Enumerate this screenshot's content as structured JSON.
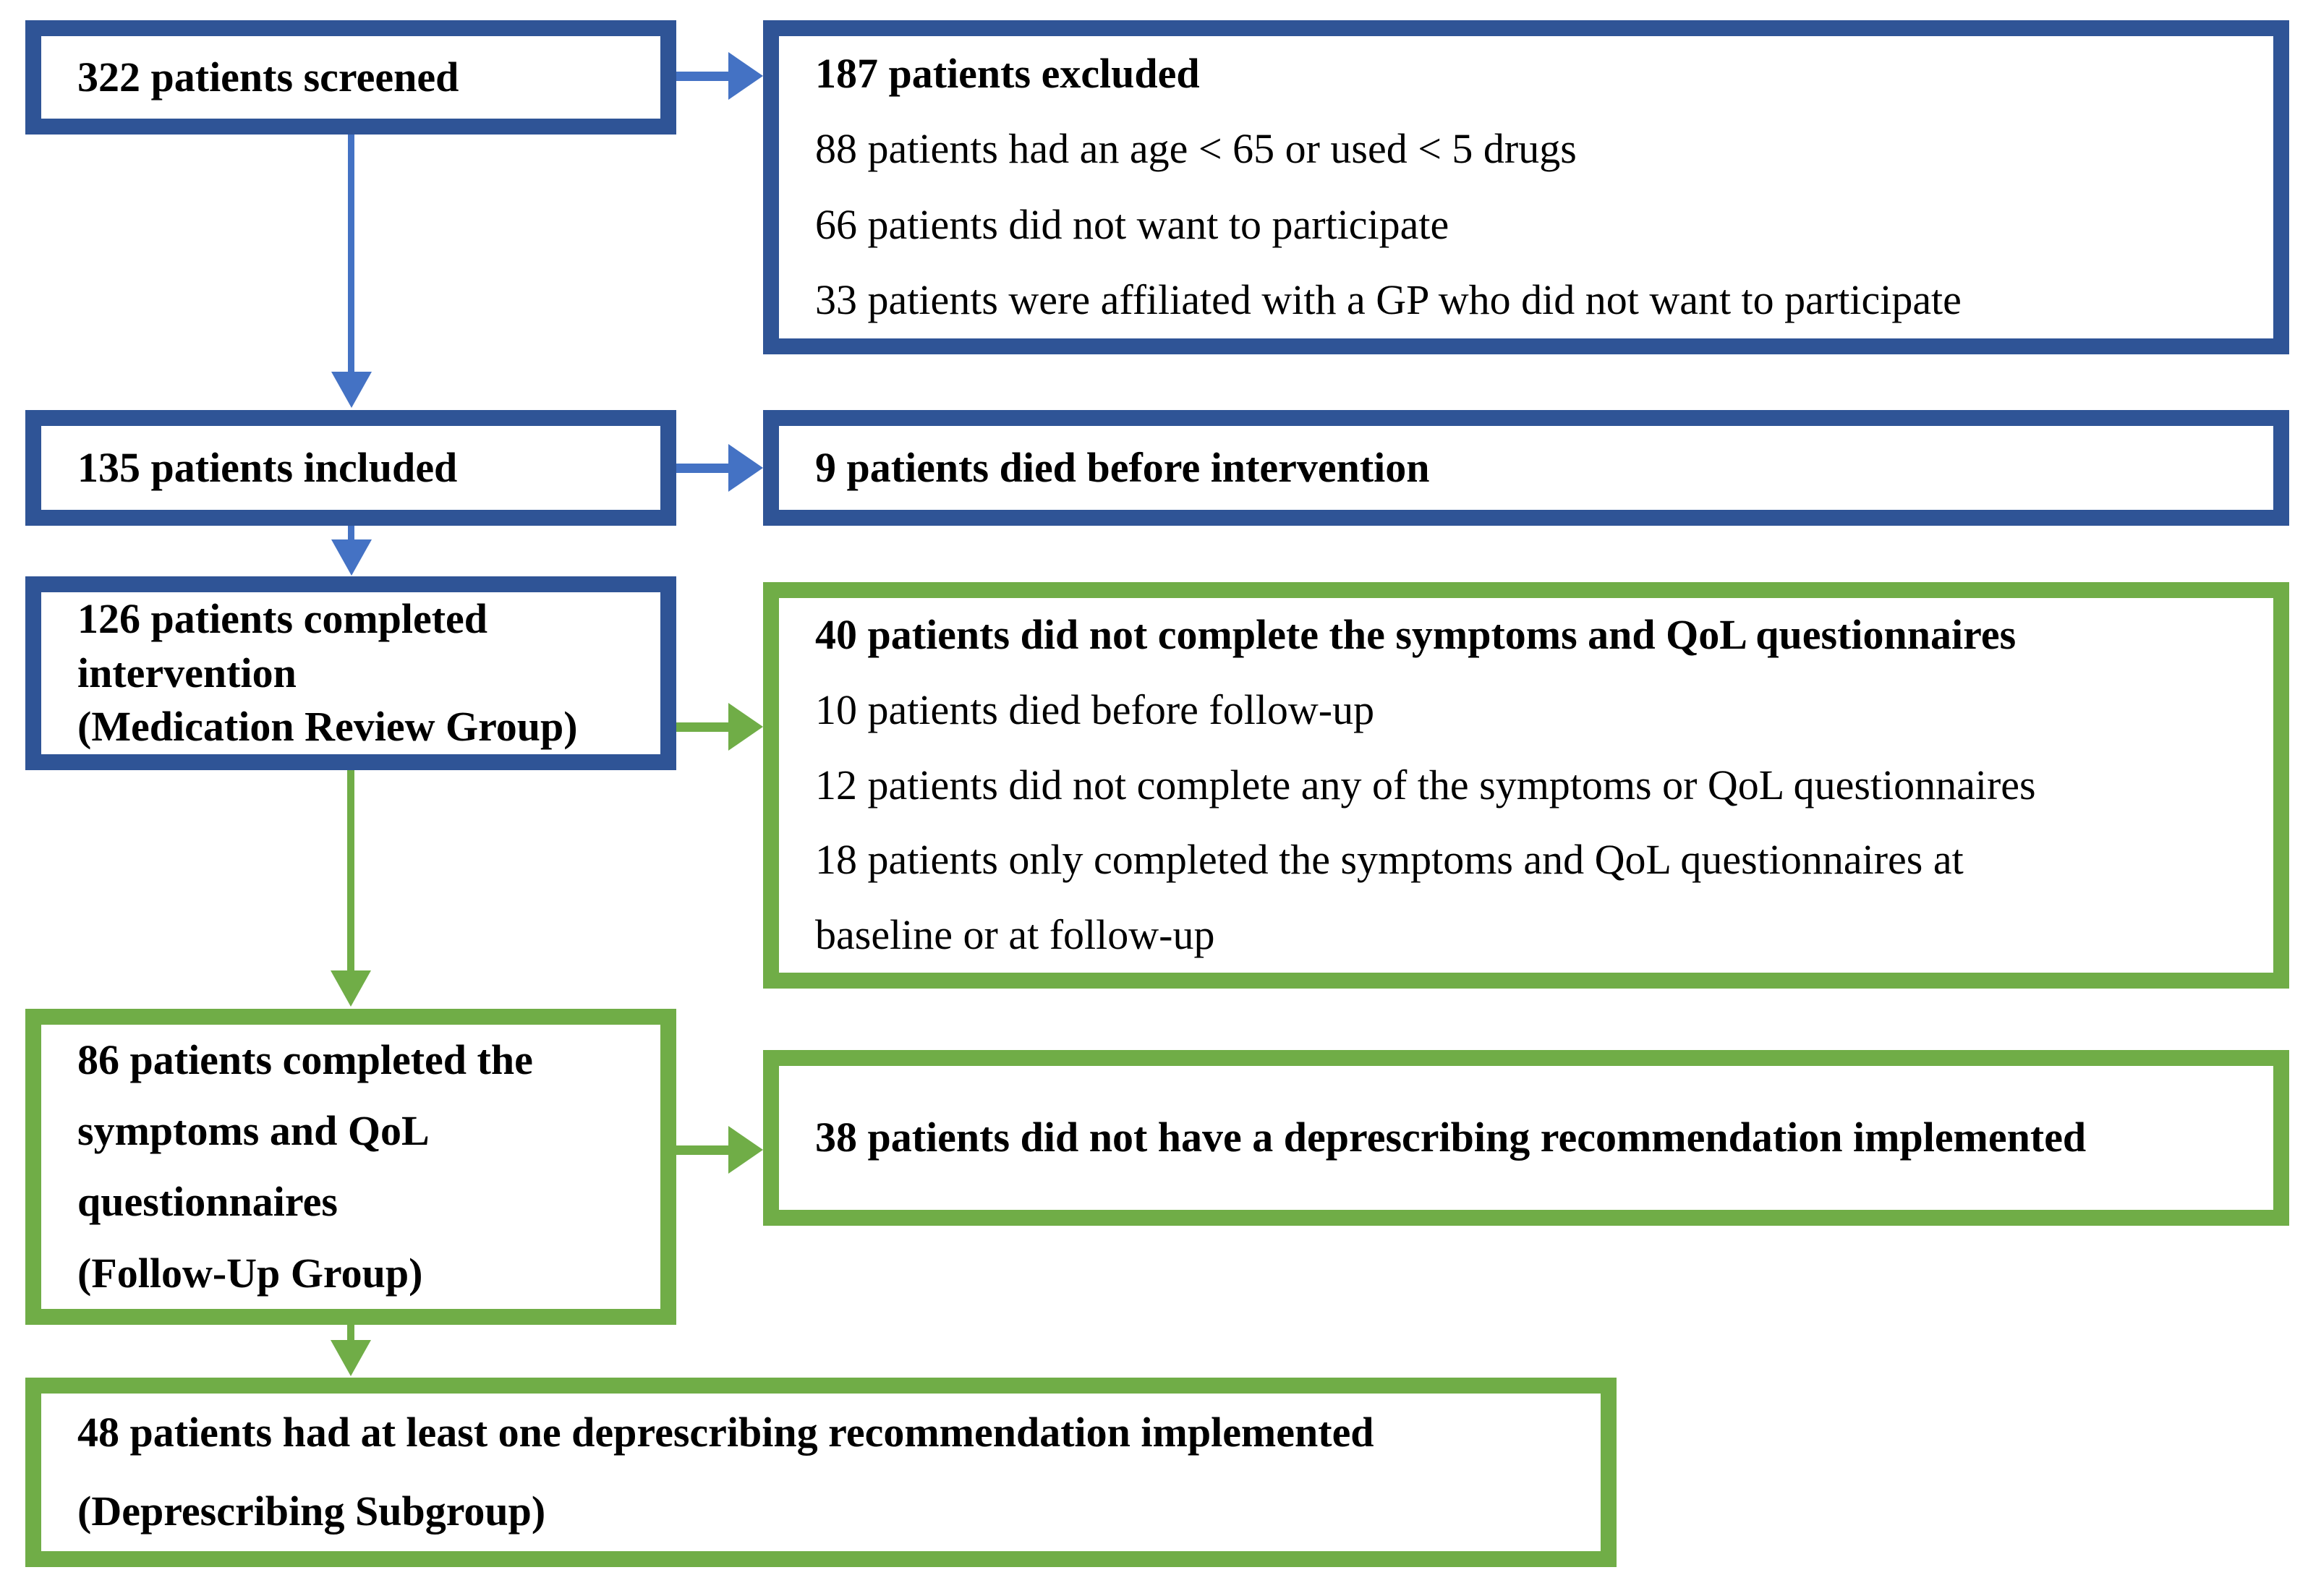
{
  "colors": {
    "blue_border": "#2F5496",
    "blue_arrow": "#4472C4",
    "green": "#70AD47",
    "text": "#000000",
    "background": "#FFFFFF"
  },
  "diagram": {
    "box_screened": {
      "line1": "322 patients screened"
    },
    "box_excluded": {
      "lines": [
        "187 patients excluded",
        "88 patients had an age < 65 or used < 5 drugs",
        "66 patients did not want to participate",
        "33 patients were affiliated with a GP who did not want to participate"
      ]
    },
    "box_included": {
      "line1": "135 patients included"
    },
    "box_died_before_intervention": {
      "line1": "9 patients died before intervention"
    },
    "box_completed_intervention": {
      "lines": [
        "126 patients completed",
        "intervention",
        "(Medication Review Group)"
      ]
    },
    "box_incomplete_questionnaires": {
      "lines": [
        "40 patients did not complete the symptoms and QoL questionnaires",
        "10 patients died before follow-up",
        "12 patients did not complete any of the symptoms or QoL questionnaires",
        "18 patients only completed the symptoms and QoL questionnaires at",
        "baseline or at follow-up"
      ]
    },
    "box_followup_group": {
      "lines": [
        "86 patients completed the",
        "symptoms and QoL",
        "questionnaires",
        "(Follow-Up Group)"
      ]
    },
    "box_no_deprescribing": {
      "line1": "38 patients did not have a deprescribing recommendation implemented"
    },
    "box_deprescribing_subgroup": {
      "lines": [
        "48 patients had at least one deprescribing recommendation implemented",
        "(Deprescribing Subgroup)"
      ]
    }
  }
}
